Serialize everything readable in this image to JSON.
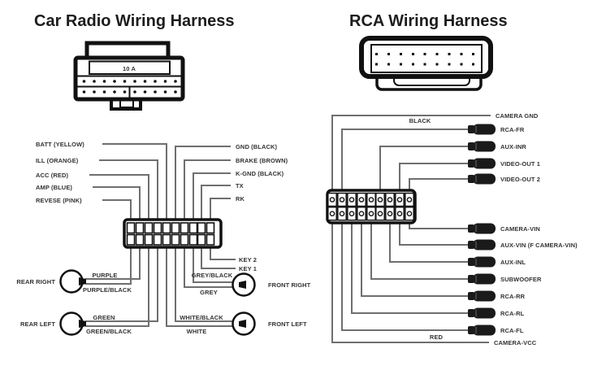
{
  "left_diagram": {
    "title": "Car Radio Wiring Harness",
    "fuse": "10 A",
    "pins_left": [
      "BATT (YELLOW)",
      "ILL (ORANGE)",
      "ACC (RED)",
      "AMP (BLUE)",
      "REVESE (PINK)"
    ],
    "pins_right": [
      "GND (BLACK)",
      "BRAKE (BROWN)",
      "K-GND (BLACK)",
      "TX",
      "RK"
    ],
    "keys": [
      "KEY 2",
      "KEY 1"
    ],
    "speakers": [
      {
        "name": "REAR RIGHT",
        "wire_top": "PURPLE",
        "wire_bottom": "PURPLE/BLACK"
      },
      {
        "name": "REAR LEFT",
        "wire_top": "GREEN",
        "wire_bottom": "GREEN/BLACK"
      },
      {
        "name": "FRONT RIGHT",
        "wire_top": "GREY/BLACK",
        "wire_bottom": "GREY"
      },
      {
        "name": "FRONT LEFT",
        "wire_top": "WHITE/BLACK",
        "wire_bottom": "WHITE"
      }
    ]
  },
  "right_diagram": {
    "title": "RCA Wiring Harness",
    "wire_black": "BLACK",
    "wire_red": "RED",
    "outputs_top": [
      "CAMERA GND",
      "RCA-FR",
      "AUX-INR",
      "VIDEO-OUT 1",
      "VIDEO-OUT 2"
    ],
    "outputs_bottom": [
      "CAMERA-VIN",
      "AUX-VIN (F CAMERA-VIN)",
      "AUX-INL",
      "SUBWOOFER",
      "RCA-RR",
      "RCA-RL",
      "RCA-FL",
      "CAMERA-VCC"
    ]
  },
  "colors": {
    "background": "#ffffff",
    "outline": "#111111",
    "wire": "#6f6f6f",
    "text": "#333333",
    "plug": "#1a1a1a"
  }
}
